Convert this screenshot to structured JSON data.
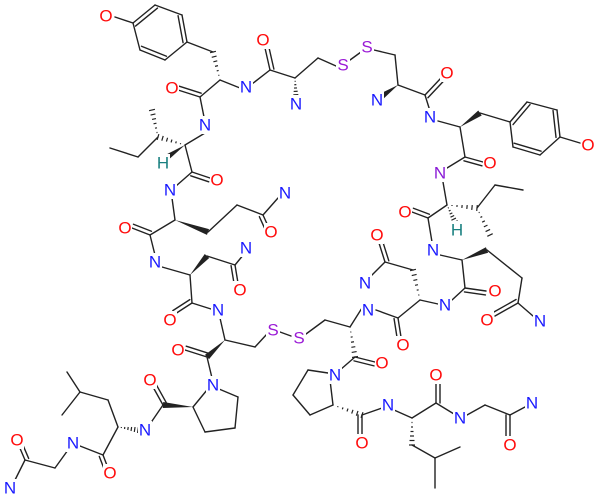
{
  "figure": {
    "type": "chemical-structure",
    "atom_labels": {
      "O": "O",
      "N": "N",
      "S": "S",
      "H": "H"
    },
    "colors": {
      "oxygen": "#ff0d0d",
      "nitrogen": "#1a1aff",
      "sulfur": "#9a19d6",
      "nitrogen_highlight": "#8a1ad6",
      "hydrogen": "#1a8080",
      "bond": "#222222"
    }
  }
}
